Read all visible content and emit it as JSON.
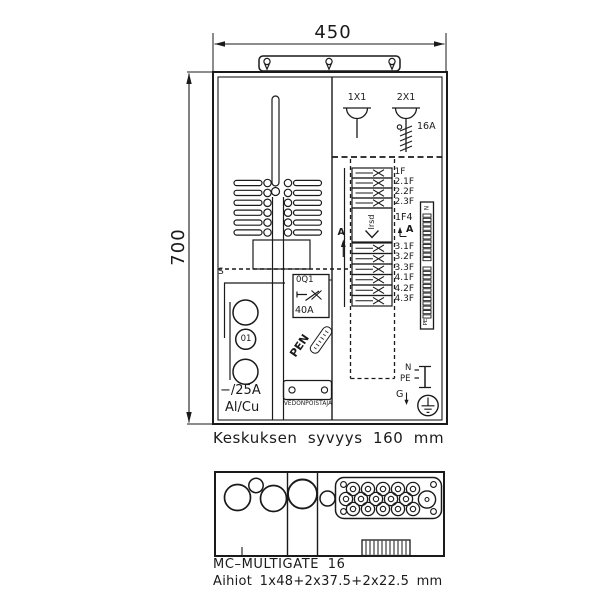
{
  "colors": {
    "ink": "#1a1a1a",
    "paper": "#ffffff"
  },
  "top_drawing": {
    "width_dim": "450",
    "height_dim": "700",
    "fuse_units": [
      {
        "label": "1X1",
        "rating": ""
      },
      {
        "label": "2X1",
        "rating": "16A"
      }
    ],
    "breakers_top": [
      "1F",
      "2.1F",
      "2.2F",
      "2.3F"
    ],
    "relay": {
      "label": "1F4",
      "rotated_text": "Irsd",
      "section_ref": "A"
    },
    "breakers_bottom": [
      "3.1F",
      "3.2F",
      "3.3F",
      "4.1F",
      "4.2F",
      "4.3F"
    ],
    "section_marker": "A",
    "main_switch": {
      "label": "0Q1",
      "rating": "40A"
    },
    "pen_label": "PEN",
    "meter_panel": {
      "s_label": "S",
      "meter_circle_label": "01",
      "main_fuse": "−/25A",
      "conductor": "Al/Cu"
    },
    "strain_relief_label": "VEDONPOISTAJA",
    "earthing": {
      "neutral": "N",
      "protective_earth": "PE",
      "ground": "G"
    },
    "terminal_strip": {
      "top_label": "N",
      "bottom_label": "PE"
    }
  },
  "caption": "Keskuksen syvyys 160 mm",
  "bottom_drawing": {
    "title": "MC–MULTIGATE 16",
    "subtitle": "Aihiot 1x48+2x37.5+2x22.5 mm"
  }
}
